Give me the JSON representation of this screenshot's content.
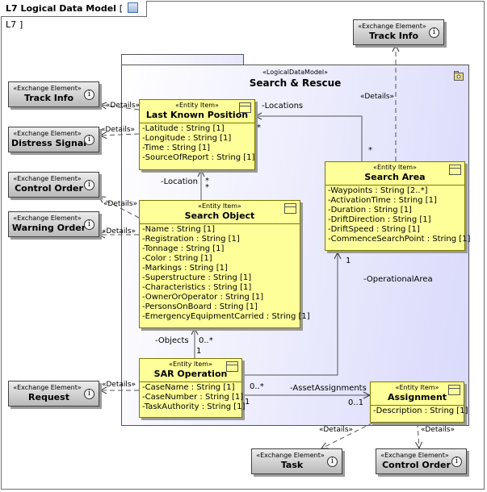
{
  "diagram": {
    "title": "L7 Logical Data Model",
    "ref_open": "[",
    "ref_label": "L7",
    "ref_close": "]"
  },
  "package": {
    "stereotype": "«LogicalDataModel»",
    "name": "Search & Rescue"
  },
  "entities": {
    "last_known_position": {
      "stereotype": "«Entity Item»",
      "name": "Last Known Position",
      "attributes": [
        "-Latitude : String [1]",
        "-Longitude : String [1]",
        "-Time : String [1]",
        "-SourceOfReport : String [1]"
      ]
    },
    "search_object": {
      "stereotype": "«Entity Item»",
      "name": "Search Object",
      "attributes": [
        "-Name : String [1]",
        "-Registration : String [1]",
        "-Tonnage : String [1]",
        "-Color : String [1]",
        "-Markings : String [1]",
        "-Superstructure : String [1]",
        "-Characteristics : String [1]",
        "-OwnerOrOperator : String [1]",
        "-PersonsOnBoard : String [1]",
        "-EmergencyEquipmentCarried : String [1]"
      ]
    },
    "search_area": {
      "stereotype": "«Entity Item»",
      "name": "Search Area",
      "attributes": [
        "-Waypoints : String [2..*]",
        "-ActivationTime : String [1]",
        "-Duration : String [1]",
        "-DriftDirection : String [1]",
        "-DriftSpeed : String [1]",
        "-CommenceSearchPoint : String [1]"
      ]
    },
    "sar_operation": {
      "stereotype": "«Entity Item»",
      "name": "SAR Operation",
      "attributes": [
        "-CaseName : String [1]",
        "-CaseNumber : String [1]",
        "-TaskAuthority : String [1]"
      ]
    },
    "assignment": {
      "stereotype": "«Entity Item»",
      "name": "Assignment",
      "attributes": [
        "-Description : String [1]"
      ]
    }
  },
  "exchange_elements": {
    "stereotype": "«Exchange Element»",
    "info_glyph": "i",
    "items": {
      "track_info_top": "Track Info",
      "track_info_left": "Track Info",
      "distress_signal": "Distress Signal",
      "control_order_left": "Control Order",
      "warning_order": "Warning Order",
      "request": "Request",
      "task": "Task",
      "control_order_bottom": "Control Order"
    }
  },
  "connectors": {
    "details": "«Details»",
    "locations_role": "-Locations",
    "location_role": "-Location",
    "operational_area_role": "-OperationalArea",
    "objects_role": "-Objects",
    "asset_assignments_role": "-AssetAssignments",
    "mult_many": "*",
    "mult_one": "1",
    "mult_zero_many": "0..*",
    "mult_zero_one": "0..1"
  }
}
